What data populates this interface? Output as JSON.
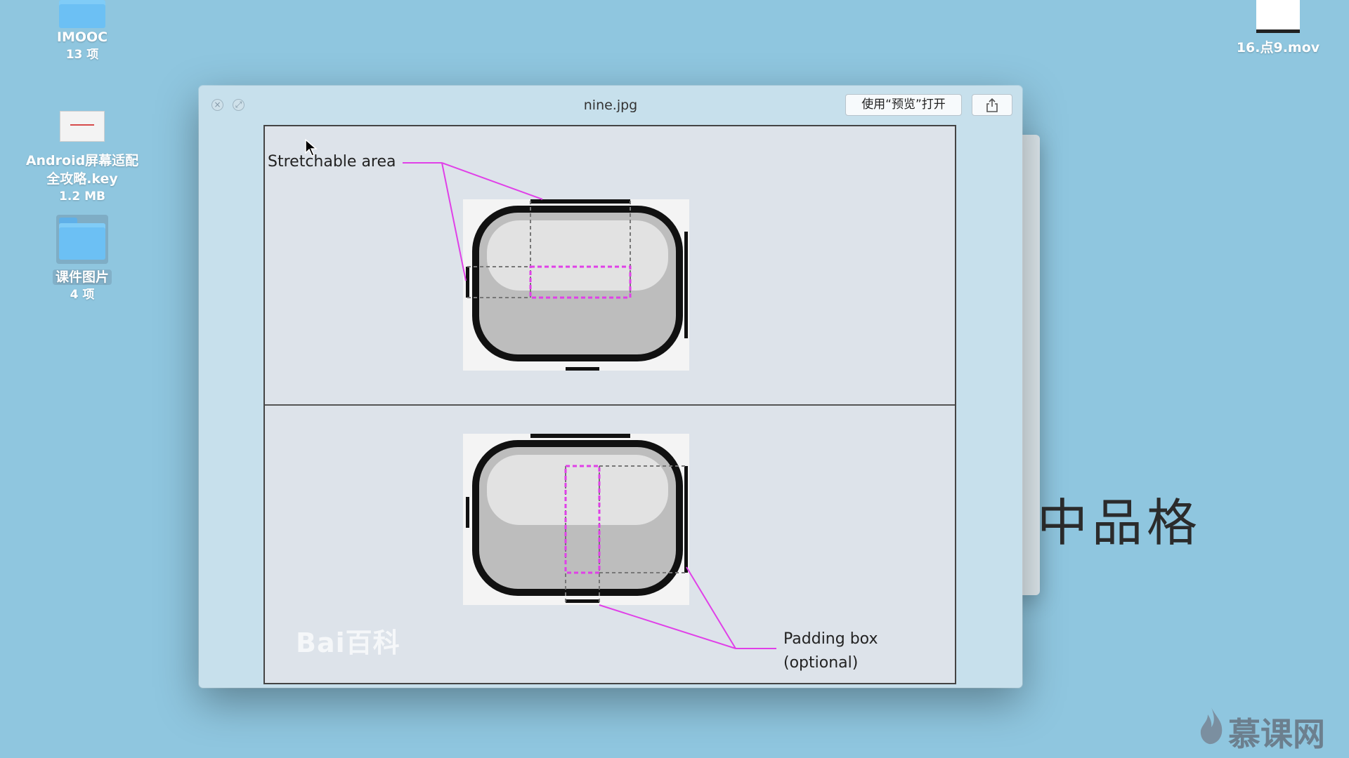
{
  "desktop": {
    "items": [
      {
        "name": "IMOOC",
        "meta": "13 项"
      },
      {
        "name": "Android屏幕适配\n全攻略.key",
        "meta": "1.2 MB"
      },
      {
        "name": "课件图片",
        "meta": "4 项"
      },
      {
        "name": "16.点9.mov",
        "meta": ""
      }
    ]
  },
  "window": {
    "title": "nine.jpg",
    "open_button": "使用“预览”打开",
    "share_icon": "share-icon"
  },
  "figure": {
    "label_stretchable": "Stretchable area",
    "label_padding_line1": "Padding box",
    "label_padding_line2": "(optional)",
    "watermark": "Bai百科",
    "annotation_color": "#e040e8"
  },
  "background": {
    "partial_text": "中品格",
    "brand": "慕课网"
  }
}
